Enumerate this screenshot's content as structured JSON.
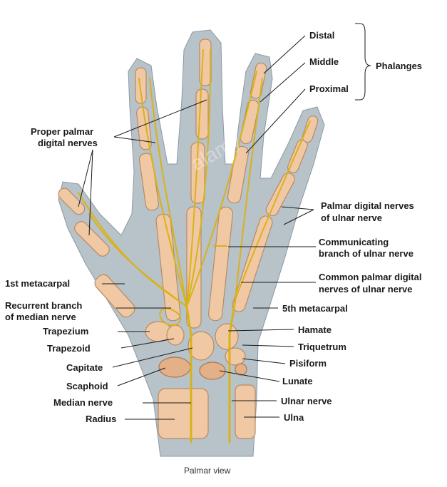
{
  "diagram": {
    "caption": "Palmar view",
    "watermark": "alamy",
    "colors": {
      "skin_outline": "#b7c2c9",
      "bone": "#f0c9a4",
      "nerve": "#d9b21a",
      "label": "#1a1a1a"
    },
    "group_label": "Phalanges",
    "labels_right": {
      "distal": "Distal",
      "middle": "Middle",
      "proximal": "Proximal",
      "palmar_digital_ulnar": [
        "Palmar digital nerves",
        "of ulnar nerve"
      ],
      "communicating_branch": [
        "Communicating",
        "branch  of ulnar nerve"
      ],
      "common_palmar_digital": [
        "Common palmar digital",
        "nerves of ulnar nerve"
      ],
      "fifth_metacarpal": "5th metacarpal",
      "hamate": "Hamate",
      "triquetrum": "Triquetrum",
      "pisiform": "Pisiform",
      "lunate": "Lunate",
      "ulnar_nerve": "Ulnar nerve",
      "ulna": "Ulna"
    },
    "labels_left": {
      "proper_palmar_digital": [
        "Proper palmar",
        "digital nerves"
      ],
      "first_metacarpal": "1st metacarpal",
      "recurrent_branch": [
        "Recurrent branch",
        "of median nerve"
      ],
      "trapezium": "Trapezium",
      "trapezoid": "Trapezoid",
      "capitate": "Capitate",
      "scaphoid": "Scaphoid",
      "median_nerve": "Median nerve",
      "radius": "Radius"
    }
  }
}
